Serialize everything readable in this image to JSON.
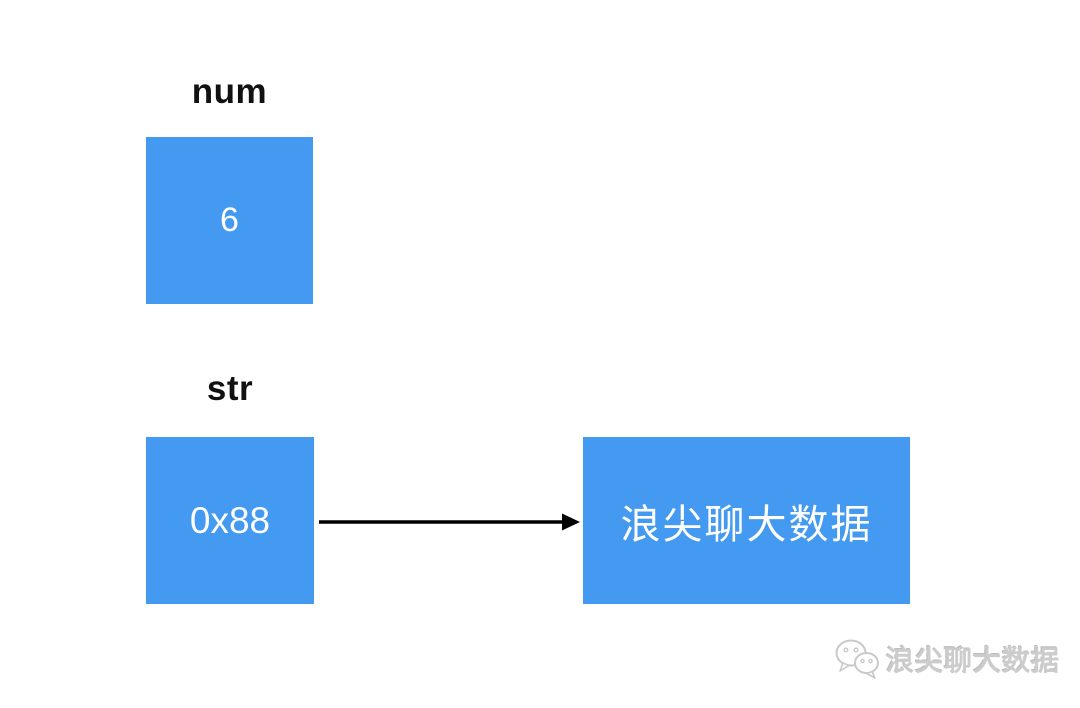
{
  "diagram": {
    "background_color": "#ffffff",
    "box_color": "#449af1",
    "box_text_color": "#ffffff",
    "arrow_color": "#000000",
    "variables": [
      {
        "name": "num",
        "value": "6"
      },
      {
        "name": "str",
        "value": "0x88"
      }
    ],
    "pointer": {
      "from": "str",
      "target_label": "浪尖聊大数据"
    }
  },
  "watermark": {
    "icon": "wechat-chat-bubbles-icon",
    "text": "浪尖聊大数据"
  }
}
